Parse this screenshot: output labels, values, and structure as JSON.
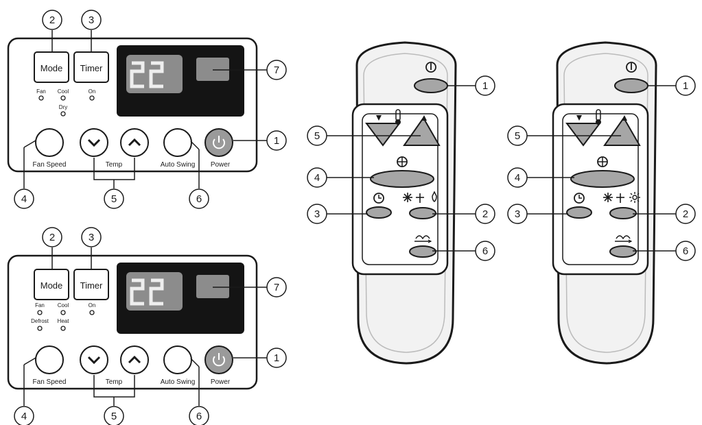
{
  "control_panels": [
    {
      "buttons": {
        "mode": "Mode",
        "timer": "Timer",
        "fan_speed": "Fan Speed",
        "temp": "Temp",
        "auto_swing": "Auto Swing",
        "power": "Power"
      },
      "indicators": [
        "Fan",
        "Cool",
        "Dry",
        "On"
      ],
      "display_value": "22",
      "callouts": [
        "1",
        "2",
        "3",
        "4",
        "5",
        "6",
        "7"
      ]
    },
    {
      "buttons": {
        "mode": "Mode",
        "timer": "Timer",
        "fan_speed": "Fan Speed",
        "temp": "Temp",
        "auto_swing": "Auto Swing",
        "power": "Power"
      },
      "indicators": [
        "Fan",
        "Cool",
        "Defrost",
        "Heat",
        "On"
      ],
      "display_value": "22",
      "callouts": [
        "1",
        "2",
        "3",
        "4",
        "5",
        "6",
        "7"
      ]
    }
  ],
  "remotes": [
    {
      "callouts": [
        "1",
        "2",
        "3",
        "4",
        "5",
        "6"
      ],
      "mode_icons": [
        "snowflake-icon",
        "fan-icon",
        "drop-icon"
      ]
    },
    {
      "callouts": [
        "1",
        "2",
        "3",
        "4",
        "5",
        "6"
      ],
      "mode_icons": [
        "snowflake-icon",
        "fan-icon",
        "sun-icon"
      ]
    }
  ],
  "colors": {
    "line": "#1a1a1a",
    "display_bg": "#141414",
    "display_segment": "#d9d9d9",
    "display_window": "#8c8c8c",
    "power_button": "#9a9a9a",
    "remote_body": "#f2f2f2",
    "remote_button": "#a6a6a6"
  }
}
